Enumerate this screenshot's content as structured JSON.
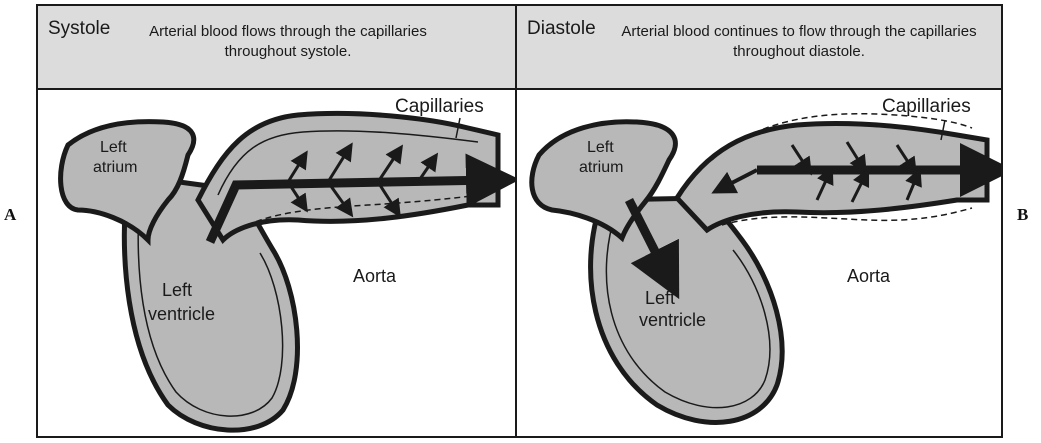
{
  "letters": {
    "a": "A",
    "b": "B"
  },
  "systole": {
    "title": "Systole",
    "description": "Arterial blood flows through the capillaries throughout systole.",
    "labels": {
      "capillaries": "Capillaries",
      "left_atrium_1": "Left",
      "left_atrium_2": "atrium",
      "left_ventricle_1": "Left",
      "left_ventricle_2": "ventricle",
      "aorta": "Aorta"
    }
  },
  "diastole": {
    "title": "Diastole",
    "description": "Arterial blood continues to flow through the capillaries throughout diastole.",
    "labels": {
      "capillaries": "Capillaries",
      "left_atrium_1": "Left",
      "left_atrium_2": "atrium",
      "left_ventricle_1": "Left",
      "left_ventricle_2": "ventricle",
      "aorta": "Aorta"
    }
  },
  "colors": {
    "tissue": "#b8b8b8",
    "header": "#dcdcdc",
    "outline": "#1a1a1a"
  }
}
